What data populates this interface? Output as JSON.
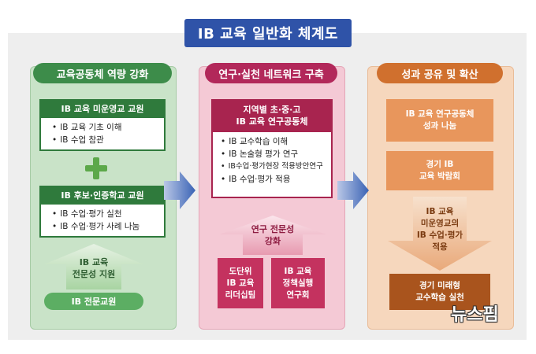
{
  "title": "IB 교육 일반화 체계도",
  "colors": {
    "blue": "#2f53a8",
    "green": "#3d8c4a",
    "pink": "#b2285a",
    "orange": "#d0702e"
  },
  "left": {
    "title": "교육공동체 역량 강화",
    "box1": {
      "header": "IB 교육 미운영교 교원",
      "items": [
        "IB 교육 기초 이해",
        "IB 수업 참관"
      ]
    },
    "box2": {
      "header": "IB 후보·인증학교 교원",
      "items": [
        "IB 수업·평가 실천",
        "IB 수업·평가 사례 나눔"
      ]
    },
    "arrow_text": [
      "IB 교육",
      "전문성 지원"
    ],
    "pill": "IB 전문교원"
  },
  "middle": {
    "title": "연구·실천 네트워크 구축",
    "header": [
      "지역별 초·중·고",
      "IB 교육 연구공동체"
    ],
    "items": [
      "IB 교수학습 이해",
      "IB 논술형 평가 연구",
      "IB수업·평가현장 적용방안연구",
      "IB 수업·평가 적용"
    ],
    "arrow_text": [
      "연구 전문성",
      "강화"
    ],
    "bottom_left": [
      "도단위",
      "IB 교육",
      "리더십팀"
    ],
    "bottom_right": [
      "IB 교육",
      "정책실행",
      "연구회"
    ]
  },
  "right": {
    "title": "성과 공유 및 확산",
    "box1": [
      "IB 교육 연구공동체",
      "성과 나눔"
    ],
    "box2": [
      "경기 IB",
      "교육 박람회"
    ],
    "arrow_text": [
      "IB 교육",
      "미운영교의",
      "IB 수업·평가",
      "적용"
    ],
    "box3": [
      "경기 미래형",
      "교수학습 실천"
    ]
  },
  "watermark": "뉴스핌"
}
